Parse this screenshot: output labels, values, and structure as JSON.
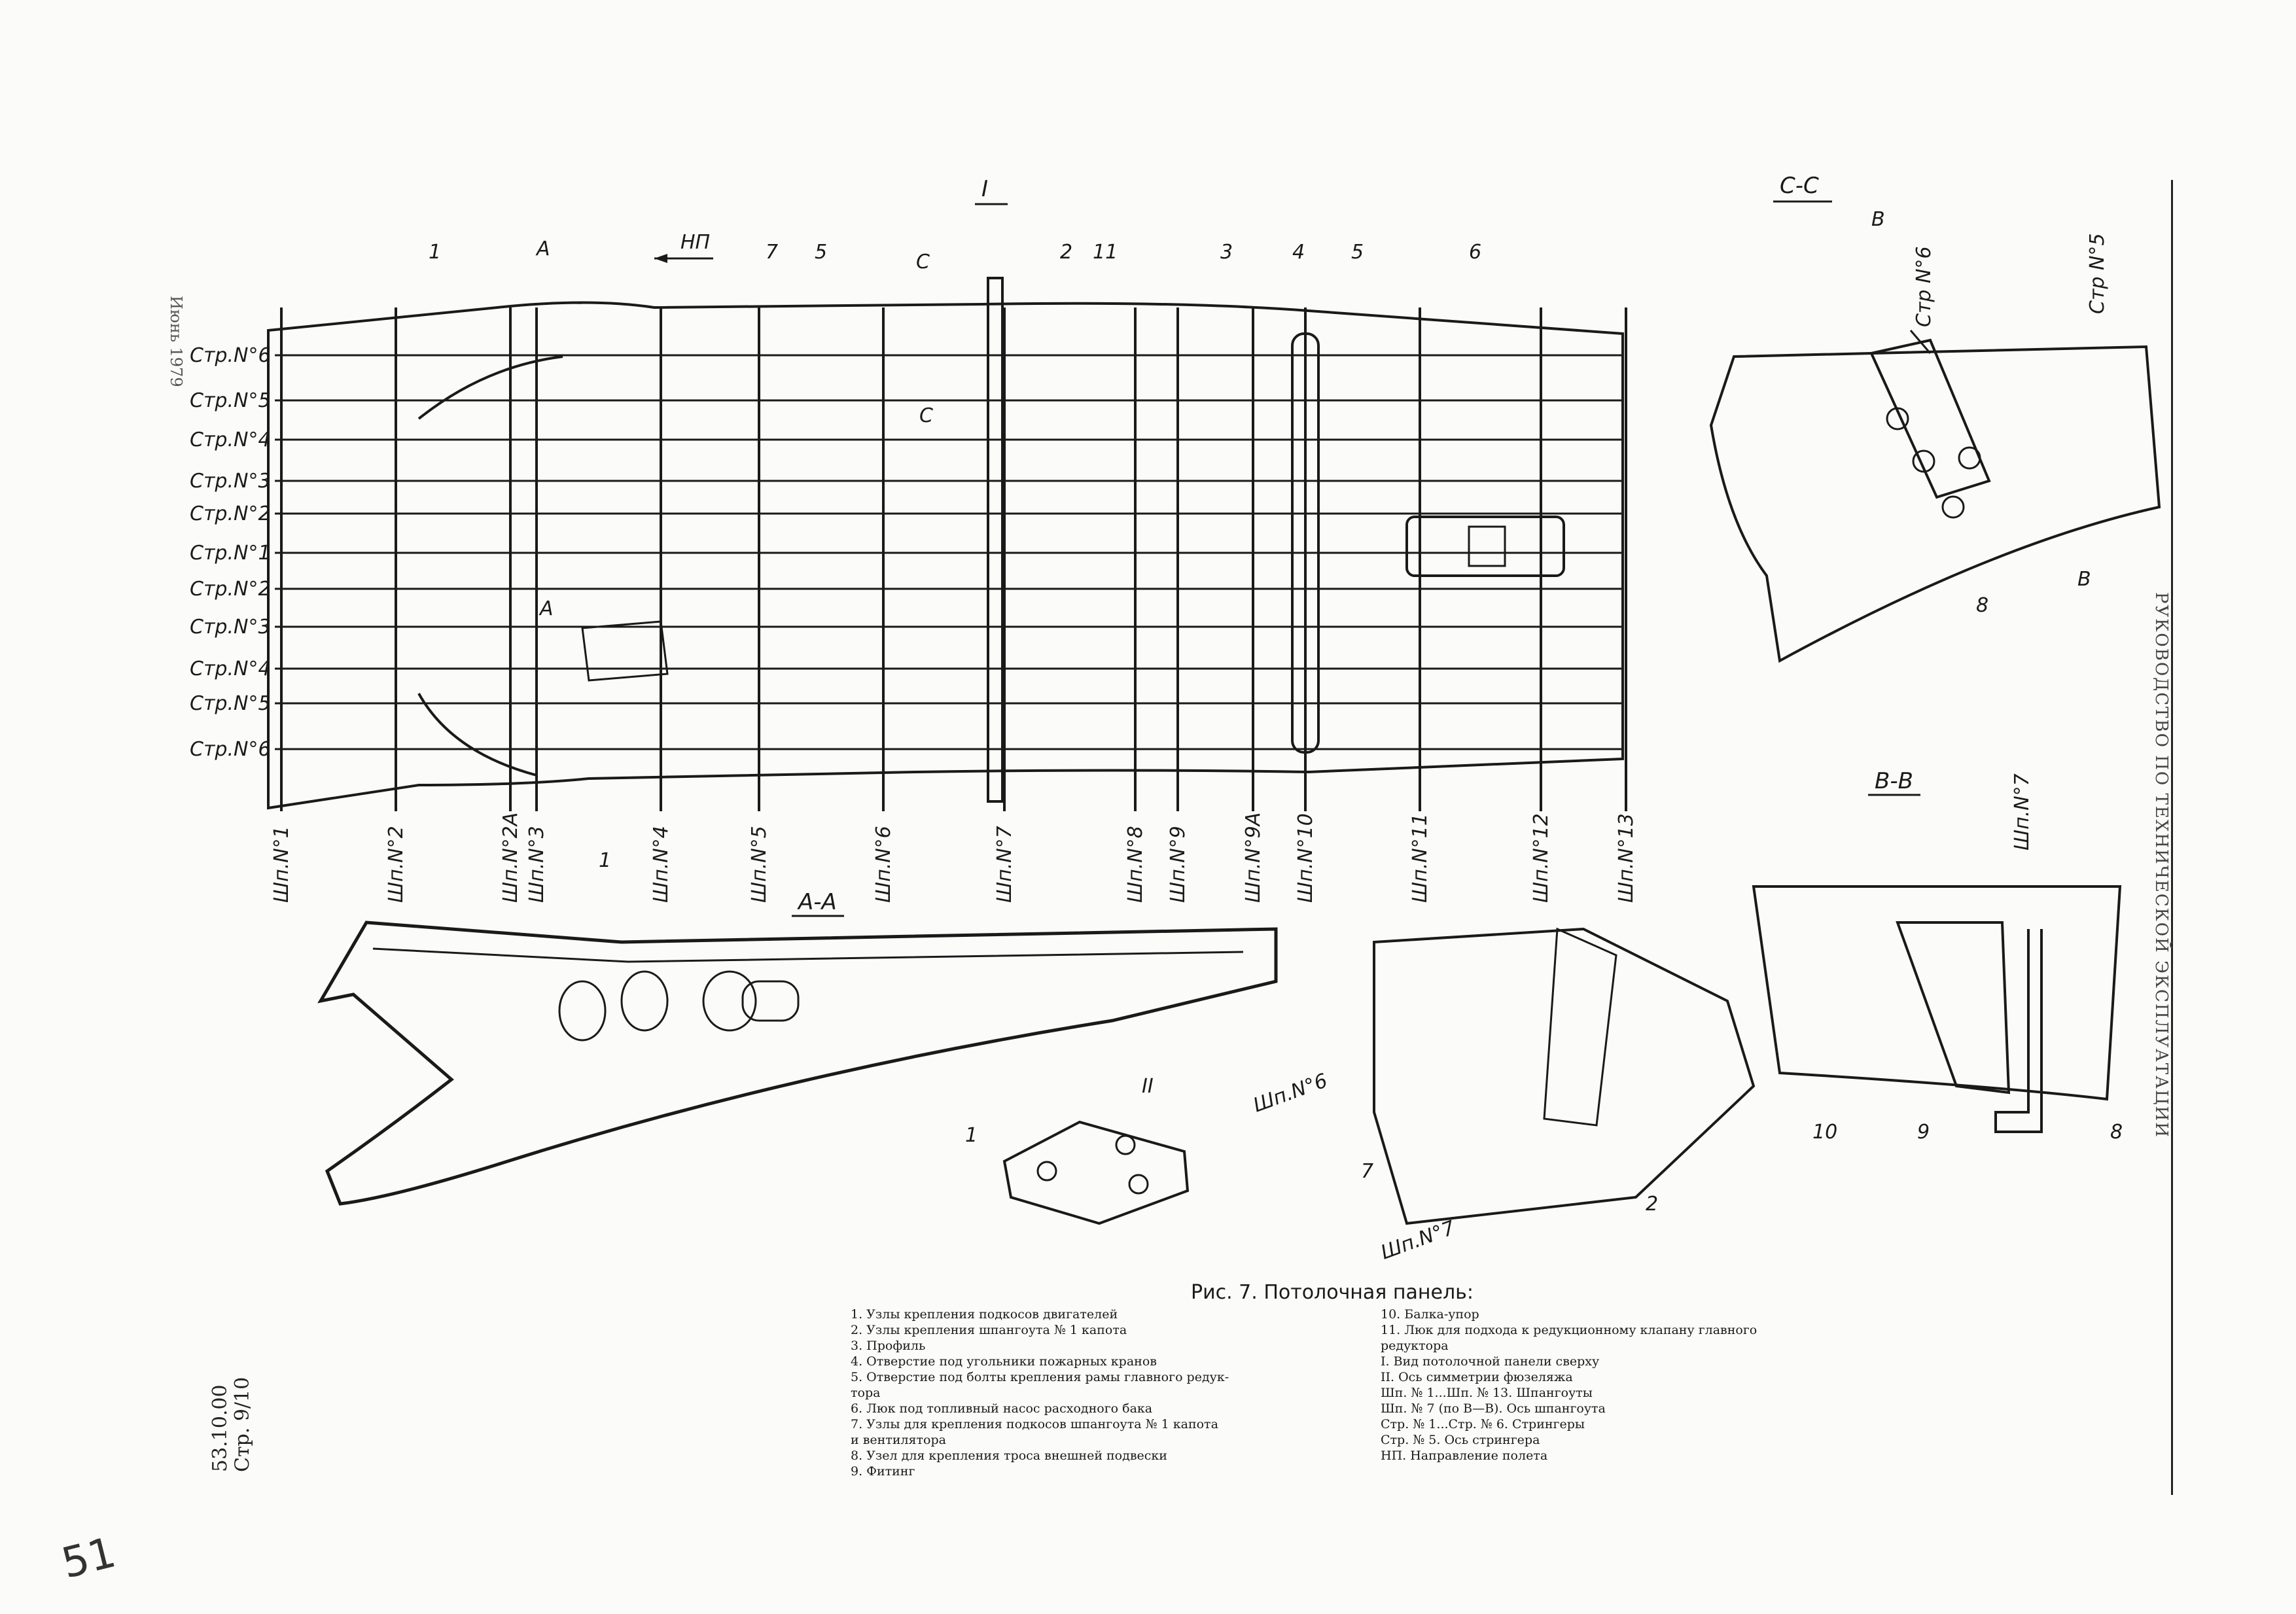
{
  "drawing": {
    "view_top_title": "I",
    "direction_label": "НП",
    "section_marks": [
      "А",
      "А",
      "С",
      "С"
    ],
    "stringers_labels": [
      "Стр.N°6",
      "Стр.N°5",
      "Стр.N°4",
      "Стр.N°3",
      "Стр.N°2",
      "Стр.N°1",
      "Стр.N°2",
      "Стр.N°3",
      "Стр.N°4",
      "Стр.N°5",
      "Стр.N°6"
    ],
    "frame_labels": [
      "Шп.N°1",
      "Шп.N°2",
      "Шп.N°2А",
      "Шп.N°3",
      "Шп.N°4",
      "Шп.N°5",
      "Шп.N°6",
      "Шп.N°7",
      "Шп.N°8",
      "Шп.N°9",
      "Шп.N°9А",
      "Шп.N°10",
      "Шп.N°11",
      "Шп.N°12",
      "Шп.N°13"
    ],
    "callouts_top": [
      "1",
      "7",
      "5",
      "2",
      "11",
      "3",
      "4",
      "5",
      "6"
    ],
    "section_aa_title": "А-А",
    "section_aa_axis": "II",
    "section_aa_callout": "1",
    "section_cc_title": "С-С",
    "section_cc_frame": "Стр N°5",
    "section_cc_stringer": "Стр N°6",
    "section_cc_marks": [
      "В",
      "В"
    ],
    "section_cc_callout": "8",
    "section_bb_title": "В-В",
    "section_bb_frame": "Шп.N°7",
    "section_bb_callouts": [
      "10",
      "9",
      "8"
    ],
    "iso_labels": [
      "Шп.N°6",
      "Шп.N°7"
    ],
    "iso_callouts": [
      "7",
      "2"
    ],
    "detail_callout": "1"
  },
  "caption": "Рис. 7. Потолочная панель:",
  "legend_left": [
    "1. Узлы крепления подкосов двигателей",
    "2. Узлы крепления шпангоута № 1 капота",
    "3. Профиль",
    "4. Отверстие под угольники пожарных кранов",
    "5. Отверстие под болты крепления рамы главного редук-",
    "тора",
    "6. Люк под топливный насос расходного бака",
    "7. Узлы для крепления подкосов шпангоута № 1 капота",
    "и вентилятора",
    "8. Узел для крепления троса внешней подвески",
    "9. Фитинг"
  ],
  "legend_right": [
    "10. Балка-упор",
    "11. Люк для подхода к редукционному клапану главного",
    "редуктора",
    "I. Вид потолочной панели сверху",
    "II. Ось симметрии фюзеляжа",
    "Шп. № 1...Шп. № 13. Шпангоуты",
    "Шп. № 7 (по В—В). Ось шпангоута",
    "Стр. № 1...Стр. № 6. Стрингеры",
    "Стр. № 5. Ось стрингера",
    "НП. Направление полета"
  ],
  "doc_id_line1": "53.10.00",
  "doc_id_line2": "Стр. 9/10",
  "top_left_stamp": "Июнь 1979",
  "side_title": "РУКОВОДСТВО ПО ТЕХНИЧЕСКОЙ ЭКСПЛУАТАЦИИ",
  "page_mark": "51"
}
